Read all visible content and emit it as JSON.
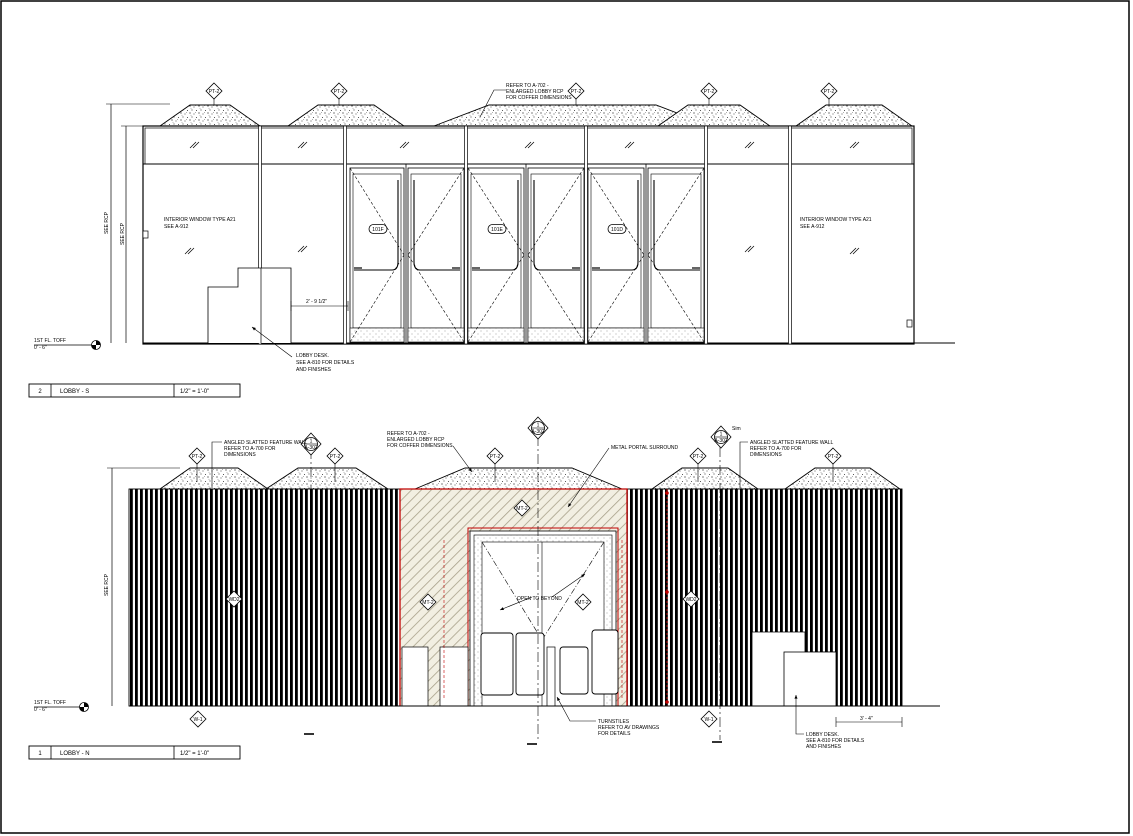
{
  "tags": {
    "pt2": "PT-2",
    "mt2": "MT-2",
    "wd2": "WD2",
    "w1": "W-1",
    "door_a": "101F",
    "door_b": "101E",
    "door_c": "101D",
    "sect_a_num": "1",
    "sect_a_sheet": "A-302",
    "sect_b_num": "1",
    "sect_b_sheet": "A-302",
    "sect_b_note": "Sim",
    "sect_c_num": "1",
    "sect_c_sheet": "A-302"
  },
  "upper": {
    "note_rcp": [
      "REFER TO A-702 -",
      "ENLARGED LOBBY RCP",
      "FOR COFFER DIMENSIONS"
    ],
    "window_left": [
      "INTERIOR WINDOW TYPE A21",
      "SEE A-912"
    ],
    "window_right": [
      "INTERIOR WINDOW TYPE A21",
      "SEE A-912"
    ],
    "desk_note": [
      "LOBBY DESK.",
      "SEE A-810 FOR DETAILS",
      "AND FINISHES"
    ],
    "dim": "2' - 9 1/2\"",
    "see_rcp": "SEE RCP",
    "level_name": "1ST FL. TOFF",
    "level_value": "0' - 6\"",
    "title_num": "2",
    "title_name": "LOBBY - S",
    "title_scale": "1/2\" = 1'-0\""
  },
  "lower": {
    "note_left": [
      "ANGLED SLATTED FEATURE WALL",
      "REFER TO A-700 FOR",
      "DIMENSIONS"
    ],
    "note_rcp": [
      "REFER TO A-702 -",
      "ENLARGED LOBBY RCP",
      "FOR COFFER DIMENSIONS"
    ],
    "note_portal": "METAL PORTAL SURROUND",
    "note_right": [
      "ANGLED SLATTED FEATURE WALL",
      "REFER TO A-700 FOR",
      "DIMENSIONS"
    ],
    "open_note": "OPEN TO BEYOND",
    "turnstile_note": [
      "TURNSTILES",
      "REFER TO AV DRAWINGS",
      "FOR DETAILS"
    ],
    "desk_note": [
      "LOBBY DESK.",
      "SEE A-810 FOR DETAILS",
      "AND FINISHES"
    ],
    "dim": "3' - 4\"",
    "see_rcp": "SEE RCP",
    "level_name": "1ST FL. TOFF",
    "level_value": "0' - 6\"",
    "title_num": "1",
    "title_name": "LOBBY - N",
    "title_scale": "1/2\" = 1'-0\""
  }
}
